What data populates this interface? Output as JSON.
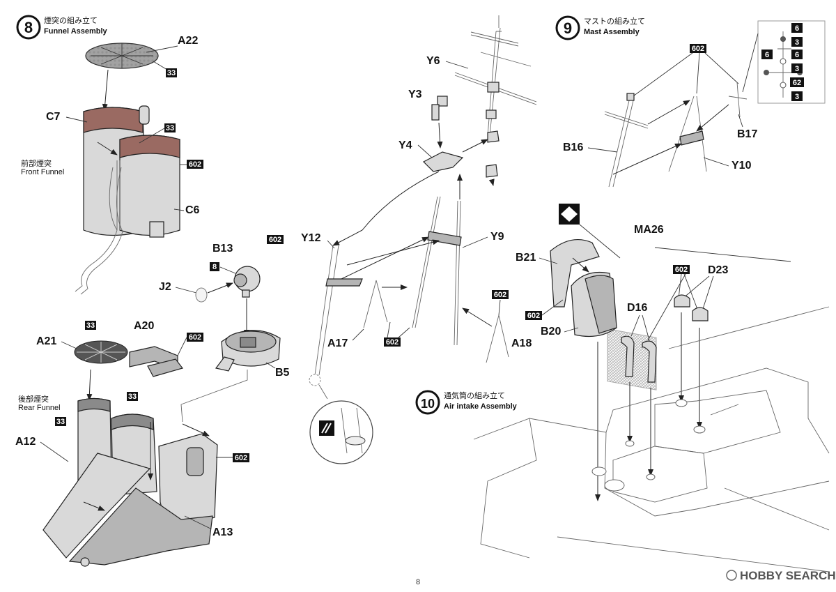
{
  "page_number": "8",
  "steps": [
    {
      "num": "8",
      "jp": "煙突の組み立て",
      "en": "Funnel Assembly"
    },
    {
      "num": "9",
      "jp": "マストの組み立て",
      "en": "Mast Assembly"
    },
    {
      "num": "10",
      "jp": "通気筒の組み立て",
      "en": "Air intake Assembly"
    }
  ],
  "subtitles": {
    "front_jp": "前部煙突",
    "front_en": "Front Funnel",
    "rear_jp": "後部煙突",
    "rear_en": "Rear Funnel"
  },
  "labels": {
    "A22": "A22",
    "C7": "C7",
    "C6": "C6",
    "B13": "B13",
    "J2": "J2",
    "B5": "B5",
    "A21": "A21",
    "A20": "A20",
    "A12": "A12",
    "A13": "A13",
    "Y6": "Y6",
    "Y3": "Y3",
    "Y4": "Y4",
    "Y12": "Y12",
    "Y9": "Y9",
    "A17": "A17",
    "A18": "A18",
    "B16": "B16",
    "B17": "B17",
    "Y10": "Y10",
    "MA26": "MA26",
    "B21": "B21",
    "B20": "B20",
    "D16": "D16",
    "D23": "D23"
  },
  "color_codes": {
    "c33": "33",
    "c602": "602",
    "c8": "8",
    "c6": "6",
    "c3": "3",
    "c62": "62"
  },
  "watermark": "HOBBY SEARCH"
}
